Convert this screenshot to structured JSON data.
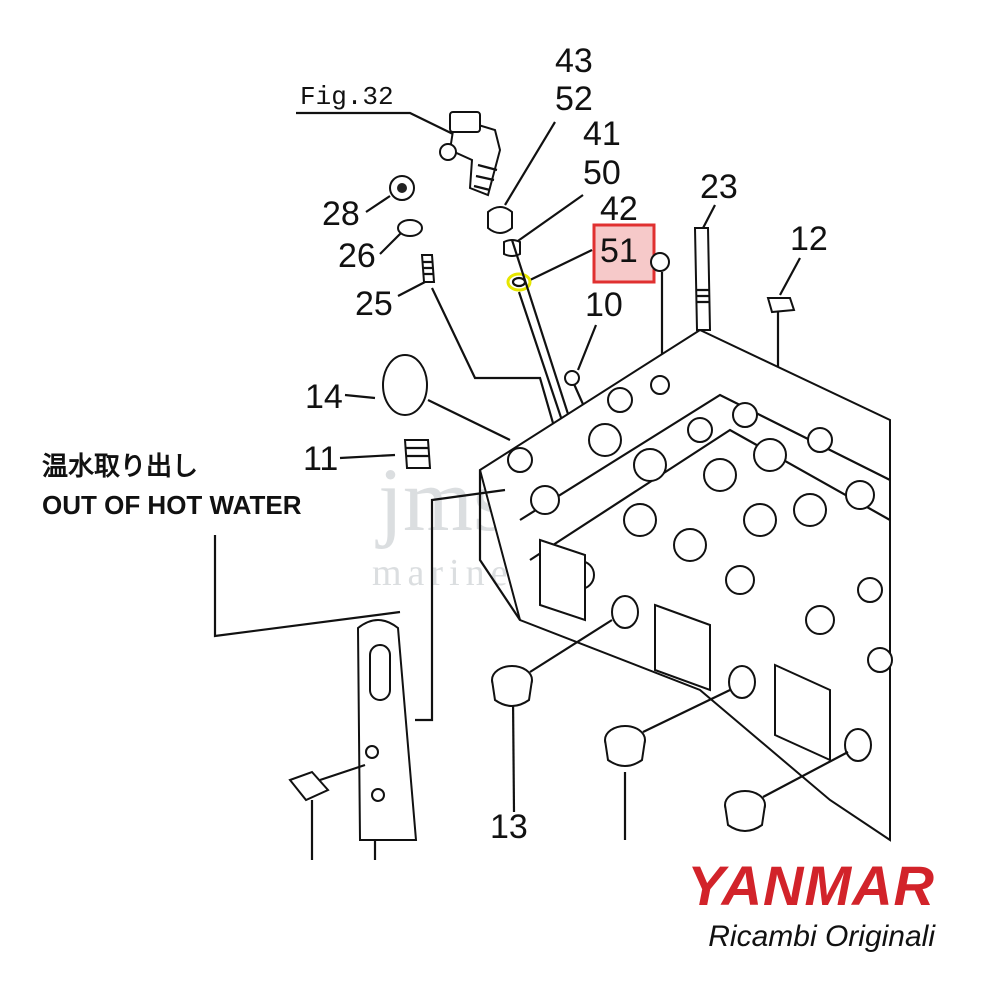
{
  "figure_ref": "Fig.32",
  "callouts": {
    "c43": "43",
    "c52": "52",
    "c41": "41",
    "c50": "50",
    "c42": "42",
    "c51": "51",
    "c23": "23",
    "c12": "12",
    "c28": "28",
    "c26": "26",
    "c25": "25",
    "c10": "10",
    "c14": "14",
    "c11": "11",
    "c13": "13"
  },
  "note": {
    "japanese": "温水取り出し",
    "english": "OUT OF HOT WATER"
  },
  "watermark": {
    "line1": "jms",
    "line2": "marine"
  },
  "brand": {
    "name": "YANMAR",
    "subtitle": "Ricambi Originali",
    "color": "#d2232a"
  },
  "highlight": {
    "box_color": "#e03030",
    "box_fill": "#f6c9c9",
    "ring_color": "#e6e600"
  }
}
